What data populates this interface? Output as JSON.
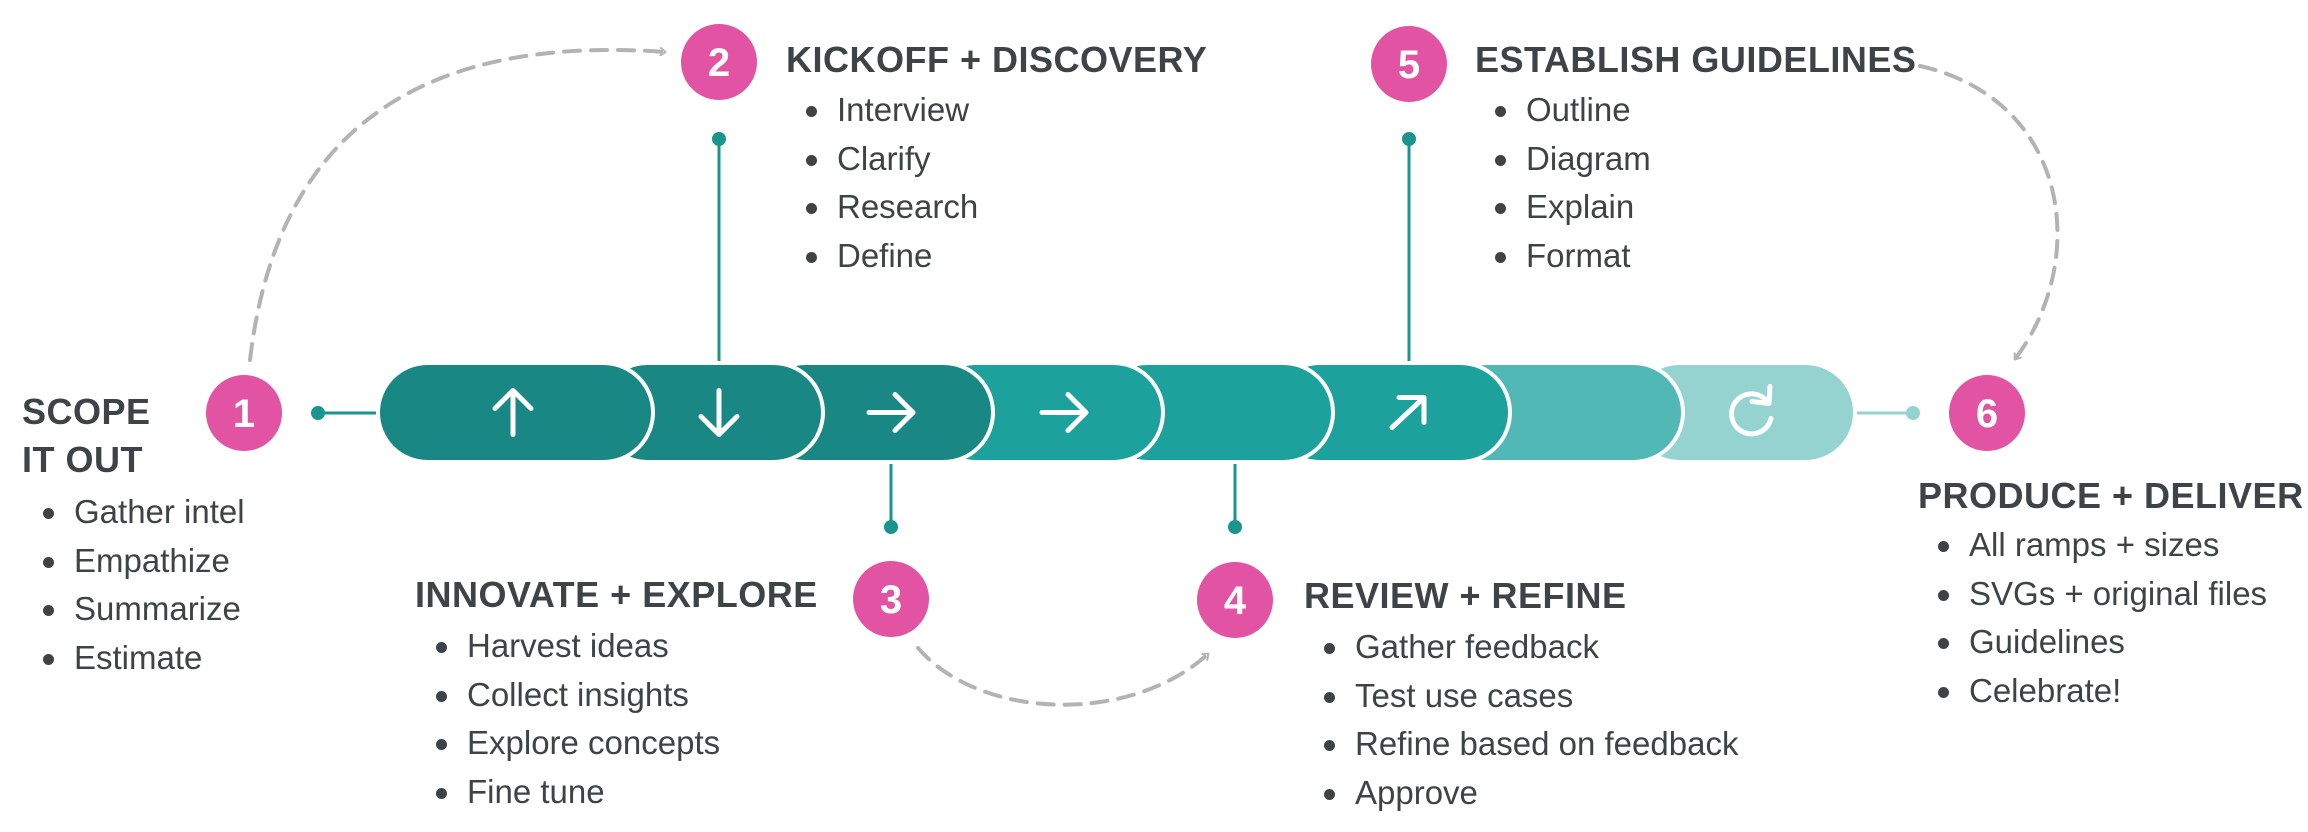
{
  "colors": {
    "badge": "#e254a3",
    "connector": "#1a948f",
    "arrow_curve": "#b3b3b3",
    "text": "#3d4347",
    "pill_segments": [
      "#198783",
      "#198783",
      "#198783",
      "#1ca19c",
      "#1ca19c",
      "#1ca19c",
      "#51b8b6",
      "#95d3d1"
    ]
  },
  "pill_icons": [
    "arrow-up-icon",
    "arrow-down-icon",
    "arrow-right-icon",
    "arrow-right-icon",
    "",
    "arrow-up-right-icon",
    "",
    "refresh-icon"
  ],
  "steps": [
    {
      "number": "1",
      "title_lines": [
        "SCOPE",
        "IT OUT"
      ],
      "items": [
        "Gather intel",
        "Empathize",
        "Summarize",
        "Estimate"
      ]
    },
    {
      "number": "2",
      "title_lines": [
        "KICKOFF + DISCOVERY"
      ],
      "items": [
        "Interview",
        "Clarify",
        "Research",
        "Define"
      ]
    },
    {
      "number": "3",
      "title_lines": [
        "INNOVATE + EXPLORE"
      ],
      "items": [
        "Harvest ideas",
        "Collect insights",
        "Explore concepts",
        "Fine tune"
      ]
    },
    {
      "number": "4",
      "title_lines": [
        "REVIEW + REFINE"
      ],
      "items": [
        "Gather feedback",
        "Test use cases",
        "Refine based on feedback",
        "Approve"
      ]
    },
    {
      "number": "5",
      "title_lines": [
        "ESTABLISH GUIDELINES"
      ],
      "items": [
        "Outline",
        "Diagram",
        "Explain",
        "Format"
      ]
    },
    {
      "number": "6",
      "title_lines": [
        "PRODUCE + DELIVER"
      ],
      "items": [
        "All ramps + sizes",
        "SVGs + original files",
        "Guidelines",
        "Celebrate!"
      ]
    }
  ]
}
